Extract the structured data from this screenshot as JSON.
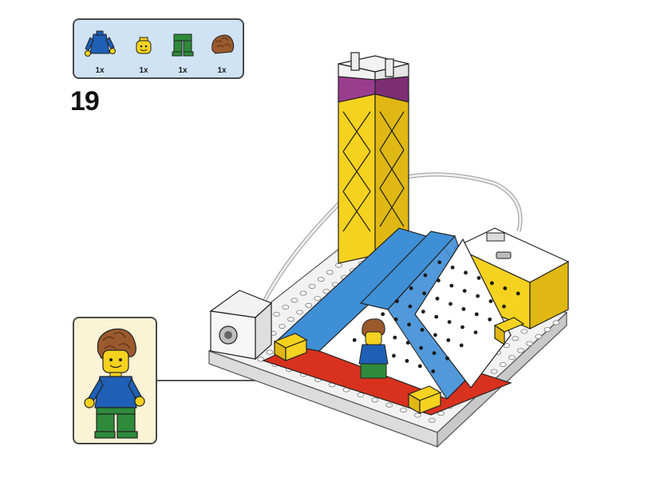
{
  "step": {
    "number": "19"
  },
  "parts": [
    {
      "name": "minifig-torso",
      "quantity": "1x",
      "icon": "torso-icon",
      "color": "#1f5fb5"
    },
    {
      "name": "minifig-head",
      "quantity": "1x",
      "icon": "head-icon",
      "color": "#f5d21f"
    },
    {
      "name": "minifig-legs",
      "quantity": "1x",
      "icon": "legs-icon",
      "color": "#2e8b3a"
    },
    {
      "name": "minifig-hair",
      "quantity": "1x",
      "icon": "hair-icon",
      "color": "#9a5a2e"
    }
  ],
  "colors": {
    "panel_bg": "#cfe3f5",
    "callout_bg": "#fbf3d6",
    "yellow": "#f5d21f",
    "blue": "#3f8fd6",
    "red": "#d8321e",
    "magenta": "#9b3d8f",
    "plate": "#f2f2f2"
  }
}
